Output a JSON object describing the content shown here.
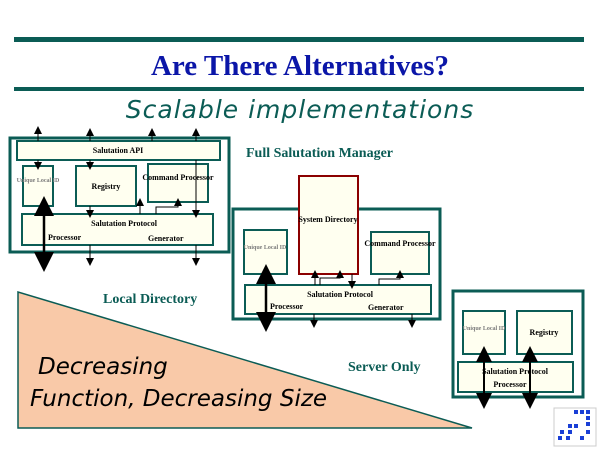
{
  "title": "Are There Alternatives?",
  "subtitle": "Scalable implementations",
  "labels": {
    "full_manager": "Full Salutation Manager",
    "local_directory": "Local Directory",
    "server_only": "Server Only"
  },
  "wedge": {
    "line1": "Decreasing",
    "line2": "Function, Decreasing Size"
  },
  "full": {
    "api": "Salutation API",
    "unique_local": "Unique Local ID",
    "registry": "Registry",
    "command_processor": "Command Processor",
    "protocol": "Salutation Protocol",
    "processor": "Processor",
    "generator": "Generator"
  },
  "local": {
    "system_directory": "System Directory",
    "unique_local": "Unique Local ID",
    "command_processor": "Command Processor",
    "protocol": "Salutation Protocol",
    "processor": "Processor",
    "generator": "Generator"
  },
  "server": {
    "unique_local": "Unique Local ID",
    "registry": "Registry",
    "protocol": "Salutation Protocol",
    "processor": "Processor"
  },
  "colors": {
    "teal": "#0b5c55",
    "box_fill": "#fffff0",
    "wedge": "#f9c9a8",
    "dir_border": "#8b0000"
  }
}
